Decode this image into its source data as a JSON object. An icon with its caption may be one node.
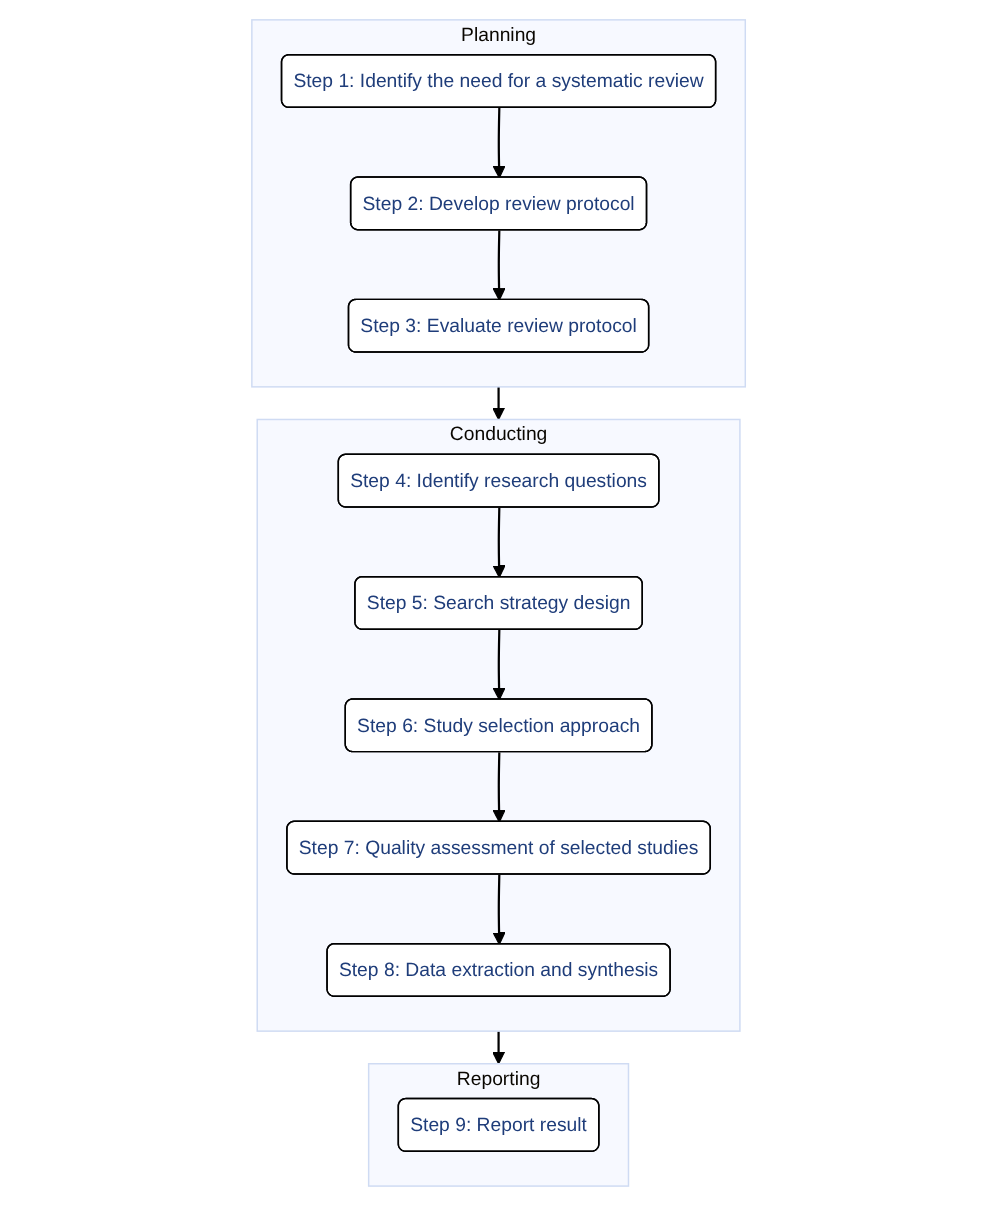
{
  "diagram": {
    "nodes": [
      {
        "text": [
          "Planning"
        ]
      },
      {
        "text": [
          "Step 1: Identify the need for a systematic review"
        ],
        "in": 0
      },
      {
        "text": [
          "Step 2: Develop review protocol"
        ],
        "in": 0
      },
      {
        "text": [
          "Step 3: Evaluate review protocol"
        ],
        "in": 0
      },
      {
        "text": [
          "Conducting"
        ]
      },
      {
        "text": [
          "Step 4: Identify research questions"
        ],
        "in": 4
      },
      {
        "text": [
          "Step 5: Search strategy design"
        ],
        "in": 4
      },
      {
        "text": [
          "Step 6: Study selection approach"
        ],
        "in": 4
      },
      {
        "text": [
          "Step 7: Quality assessment of selected studies"
        ],
        "in": 4
      },
      {
        "text": [
          "Step 8: Data extraction and synthesis"
        ],
        "in": 4
      },
      {
        "text": [
          "Reporting"
        ]
      },
      {
        "text": [
          "Step 9: Report result"
        ],
        "in": 10
      }
    ],
    "edges": [
      {
        "from": 1,
        "to": 2,
        "arrow": "to"
      },
      {
        "from": 2,
        "to": 3,
        "arrow": "to"
      },
      {
        "from": 0,
        "to": 4,
        "arrow": "to"
      },
      {
        "from": 5,
        "to": 6,
        "arrow": "to"
      },
      {
        "from": 6,
        "to": 7,
        "arrow": "to"
      },
      {
        "from": 7,
        "to": 8,
        "arrow": "to"
      },
      {
        "from": 8,
        "to": 9,
        "arrow": "to"
      },
      {
        "from": 4,
        "to": 10,
        "arrow": "to"
      }
    ]
  }
}
